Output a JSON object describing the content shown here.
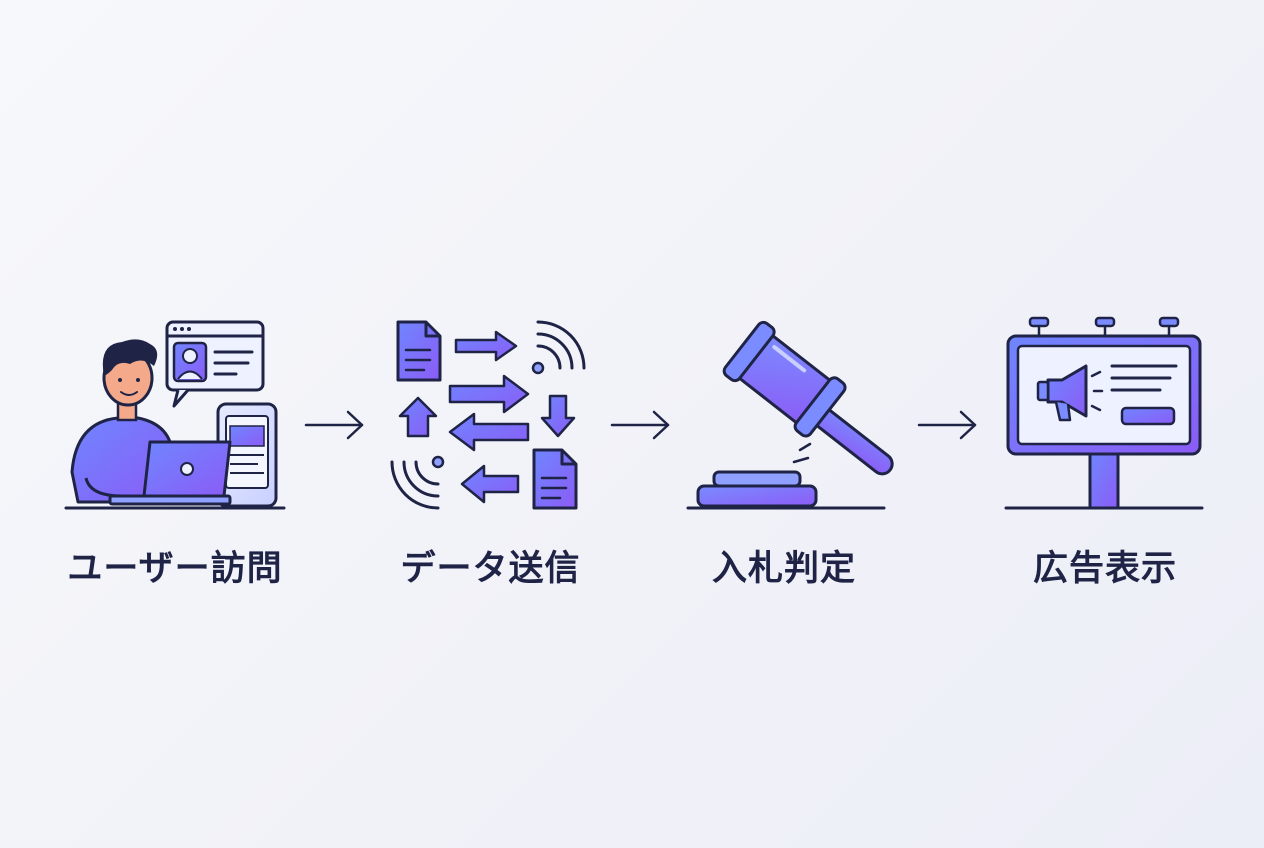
{
  "steps": [
    {
      "id": "user-visit",
      "label": "ユーザー訪問",
      "icon": "user-laptop-icon"
    },
    {
      "id": "data-send",
      "label": "データ送信",
      "icon": "data-transfer-icon"
    },
    {
      "id": "bid-decision",
      "label": "入札判定",
      "icon": "gavel-icon"
    },
    {
      "id": "ad-display",
      "label": "広告表示",
      "icon": "billboard-icon"
    }
  ],
  "connectors": [
    "arrow-right-icon",
    "arrow-right-icon",
    "arrow-right-icon"
  ],
  "colors": {
    "outline": "#1f2447",
    "primary": "#5b6af0",
    "primary_light": "#8fa0ff",
    "accent": "#8b5cf6",
    "skin": "#f4a98b",
    "label": "#1f2447"
  }
}
